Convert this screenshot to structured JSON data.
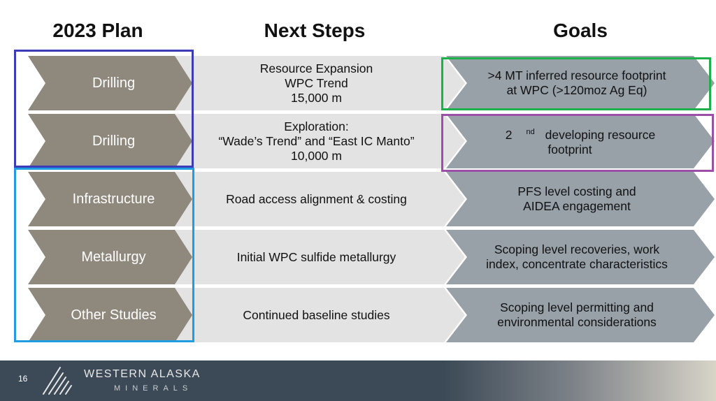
{
  "headers": {
    "plan": "2023 Plan",
    "next_steps": "Next Steps",
    "goals": "Goals"
  },
  "rows": [
    {
      "plan": "Drilling",
      "next": "Resource Expansion\nWPC Trend\n15,000 m",
      "goal": ">4 MT inferred resource footprint\nat WPC (>120moz Ag Eq)"
    },
    {
      "plan": "Drilling",
      "next": "Exploration:\n“Wade’s Trend” and “East IC Manto”\n10,000 m",
      "goal_pre": "2",
      "goal_sup": "nd",
      "goal_post": " developing resource\nfootprint"
    },
    {
      "plan": "Infrastructure",
      "next": "Road access alignment & costing",
      "goal": "PFS level costing and\nAIDEA engagement"
    },
    {
      "plan": "Metallurgy",
      "next": "Initial WPC sulfide metallurgy",
      "goal": "Scoping level recoveries, work\nindex, concentrate characteristics"
    },
    {
      "plan": "Other Studies",
      "next": "Continued baseline studies",
      "goal": "Scoping level permitting and\nenvironmental considerations"
    }
  ],
  "footer": {
    "page_number": "16",
    "logo_top": "WESTERN ALASKA",
    "logo_bottom": "MINERALS"
  },
  "colors": {
    "plan_chevron": "#8f887c",
    "next_chevron": "#e3e3e3",
    "goal_chevron": "#98a0a8",
    "box_blue_top": "#3c3cb8",
    "box_blue_bottom": "#1f9de0",
    "box_green": "#1eb04a",
    "box_purple": "#9b4fa6",
    "footer_bg": "#3c4a57"
  }
}
